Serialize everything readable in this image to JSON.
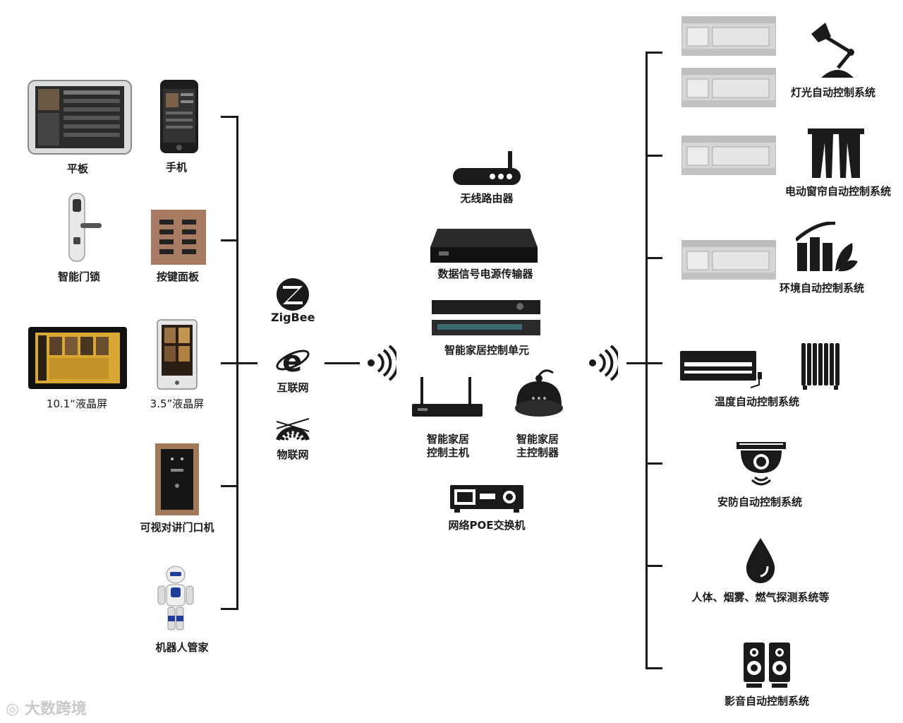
{
  "left_devices": {
    "tablet": "平板",
    "phone": "手机",
    "door_lock": "智能门锁",
    "key_panel": "按键面板",
    "lcd_10": "10.1“液晶屏",
    "lcd_3": "3.5”液晶屏",
    "intercom": "可视对讲门口机",
    "robot": "机器人管家"
  },
  "protocols": {
    "zigbee": "ZigBee",
    "internet": "互联网",
    "iot": "物联网"
  },
  "center_devices": {
    "router": "无线路由器",
    "transmitter": "数据信号电源传输器",
    "control_unit": "智能家居控制单元",
    "host_line1": "智能家居",
    "host_line2": "控制主机",
    "master_line1": "智能家居",
    "master_line2": "主控制器",
    "poe_switch": "网络POE交换机"
  },
  "systems": {
    "lighting": "灯光自动控制系统",
    "curtain": "电动窗帘自动控制系统",
    "environment": "环境自动控制系统",
    "temperature": "温度自动控制系统",
    "security": "安防自动控制系统",
    "detection": "人体、烟雾、燃气探测系统等",
    "audio": "影音自动控制系统"
  },
  "watermark": "大数跨境",
  "icons": [
    "tablet-icon",
    "phone-icon",
    "door-lock-icon",
    "key-panel-icon",
    "lcd-screen-icon",
    "small-lcd-icon",
    "intercom-icon",
    "robot-icon",
    "zigbee-icon",
    "ie-icon",
    "iot-icon",
    "wifi-icon",
    "router-icon",
    "transmitter-icon",
    "control-unit-icon",
    "host-icon",
    "master-controller-icon",
    "poe-switch-icon",
    "relay-module-icon",
    "lamp-icon",
    "curtain-icon",
    "plant-icon",
    "air-conditioner-icon",
    "radiator-icon",
    "camera-icon",
    "drop-icon",
    "speaker-icon"
  ]
}
